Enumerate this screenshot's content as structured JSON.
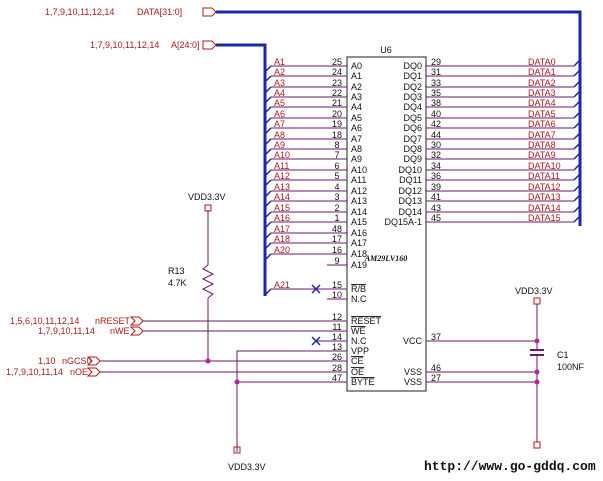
{
  "chip": {
    "ref": "U6",
    "part": "AM29LV160",
    "left_pins": [
      {
        "name": "A0",
        "num": "25"
      },
      {
        "name": "A1",
        "num": "24"
      },
      {
        "name": "A2",
        "num": "23"
      },
      {
        "name": "A3",
        "num": "22"
      },
      {
        "name": "A4",
        "num": "21"
      },
      {
        "name": "A5",
        "num": "20"
      },
      {
        "name": "A6",
        "num": "19"
      },
      {
        "name": "A7",
        "num": "18"
      },
      {
        "name": "A8",
        "num": "8"
      },
      {
        "name": "A9",
        "num": "7"
      },
      {
        "name": "A10",
        "num": "6"
      },
      {
        "name": "A11",
        "num": "5"
      },
      {
        "name": "A12",
        "num": "4"
      },
      {
        "name": "A13",
        "num": "3"
      },
      {
        "name": "A14",
        "num": "2"
      },
      {
        "name": "A15",
        "num": "1"
      },
      {
        "name": "A16",
        "num": "48"
      },
      {
        "name": "A17",
        "num": "17"
      },
      {
        "name": "A18",
        "num": "16"
      },
      {
        "name": "A19",
        "num": "9"
      },
      {
        "name": "R/B",
        "num": "15"
      },
      {
        "name": "N.C",
        "num": "10"
      },
      {
        "name": "RESET",
        "num": "12"
      },
      {
        "name": "WE",
        "num": "11"
      },
      {
        "name": "N.C",
        "num": "14"
      },
      {
        "name": "VPP",
        "num": "13"
      },
      {
        "name": "CE",
        "num": "26"
      },
      {
        "name": "OE",
        "num": "28"
      },
      {
        "name": "BYTE",
        "num": "47"
      }
    ],
    "right_pins": [
      {
        "name": "DQ0",
        "num": "29"
      },
      {
        "name": "DQ1",
        "num": "31"
      },
      {
        "name": "DQ2",
        "num": "33"
      },
      {
        "name": "DQ3",
        "num": "35"
      },
      {
        "name": "DQ4",
        "num": "38"
      },
      {
        "name": "DQ5",
        "num": "40"
      },
      {
        "name": "DQ6",
        "num": "42"
      },
      {
        "name": "DQ7",
        "num": "44"
      },
      {
        "name": "DQ8",
        "num": "30"
      },
      {
        "name": "DQ9",
        "num": "32"
      },
      {
        "name": "DQ10",
        "num": "34"
      },
      {
        "name": "DQ11",
        "num": "36"
      },
      {
        "name": "DQ12",
        "num": "39"
      },
      {
        "name": "DQ13",
        "num": "41"
      },
      {
        "name": "DQ14",
        "num": "43"
      },
      {
        "name": "DQ15A-1",
        "num": "45"
      },
      {
        "name": "VCC",
        "num": "37"
      },
      {
        "name": "VSS",
        "num": "46"
      },
      {
        "name": "VSS",
        "num": "27"
      }
    ]
  },
  "address_nets": [
    "A1",
    "A2",
    "A3",
    "A4",
    "A5",
    "A6",
    "A7",
    "A8",
    "A9",
    "A10",
    "A11",
    "A12",
    "A13",
    "A14",
    "A15",
    "A16",
    "A17",
    "A18",
    "A20",
    "A21"
  ],
  "data_nets": [
    "DATA0",
    "DATA1",
    "DATA2",
    "DATA3",
    "DATA4",
    "DATA5",
    "DATA6",
    "DATA7",
    "DATA8",
    "DATA9",
    "DATA10",
    "DATA11",
    "DATA12",
    "DATA13",
    "DATA14",
    "DATA15"
  ],
  "buses": {
    "data": {
      "pages": "1,7,9,10,11,12,14",
      "name": "DATA[31:0]"
    },
    "addr": {
      "pages": "1,7,9,10,11,12,14",
      "name": "A[24:0]"
    }
  },
  "signals": [
    {
      "pages": "1,5,6,10,11,12,14",
      "name": "nRESET"
    },
    {
      "pages": "1,7,9,10,11,14",
      "name": "nWE"
    },
    {
      "pages": "1,10",
      "name": "nGCS0"
    },
    {
      "pages": "1,7,9,10,11,14",
      "name": "nOE"
    }
  ],
  "power": {
    "top": "VDD3.3V",
    "bottom": "VDD3.3V",
    "cap_supply": "VDD3.3V"
  },
  "resistor": {
    "ref": "R13",
    "value": "4.7K"
  },
  "capacitor": {
    "ref": "C1",
    "value": "100NF"
  },
  "watermark": "http://www.go-gddq.com"
}
